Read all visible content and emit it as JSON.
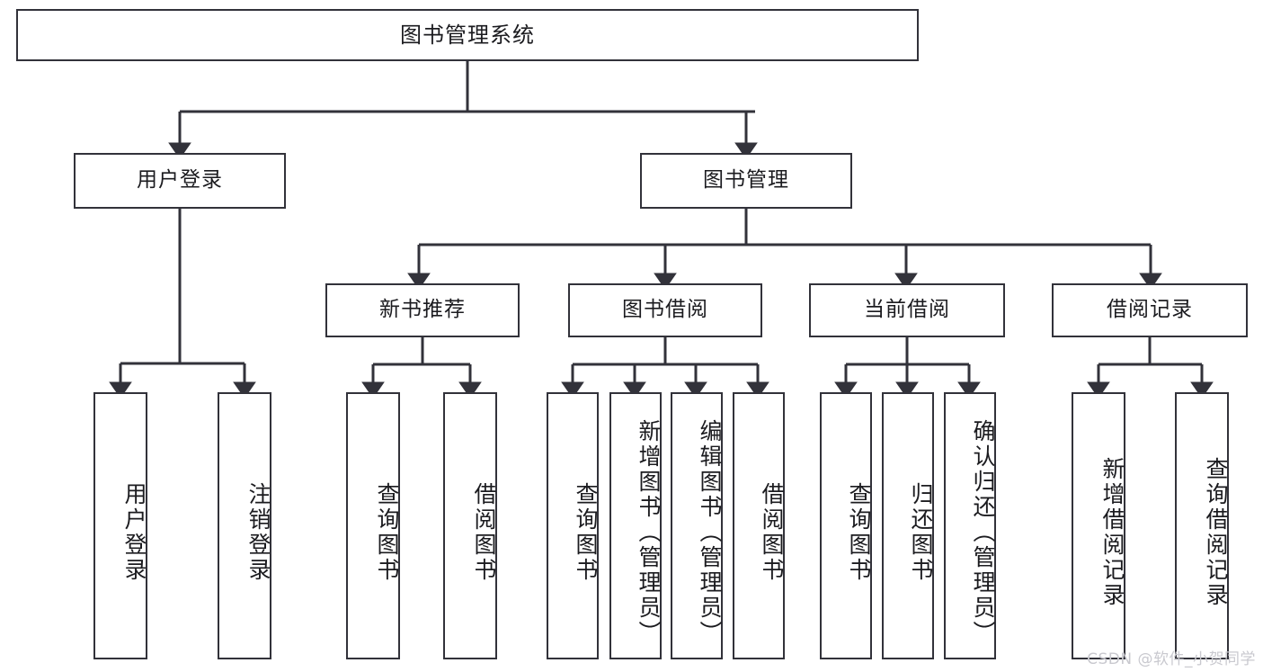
{
  "diagram": {
    "title": "图书管理系统",
    "watermark": "CSDN @软件_小贺同学",
    "line_color": "#32323a",
    "box_fill": "#ffffff",
    "background": "#ffffff"
  },
  "root": {
    "label": "图书管理系统"
  },
  "tier2": [
    {
      "label": "用户登录"
    },
    {
      "label": "图书管理"
    }
  ],
  "tier3": [
    {
      "label": "新书推荐"
    },
    {
      "label": "图书借阅"
    },
    {
      "label": "当前借阅"
    },
    {
      "label": "借阅记录"
    }
  ],
  "leaves": {
    "user_login": [
      {
        "label": "用户登录"
      },
      {
        "label": "注销登录"
      }
    ],
    "new_book": [
      {
        "label": "查询图书"
      },
      {
        "label": "借阅图书"
      }
    ],
    "book_borrow": [
      {
        "label": "查询图书"
      },
      {
        "label": "新增图书（管理员）"
      },
      {
        "label": "编辑图书（管理员）"
      },
      {
        "label": "借阅图书"
      }
    ],
    "current_borrow": [
      {
        "label": "查询图书"
      },
      {
        "label": "归还图书"
      },
      {
        "label": "确认归还（管理员）"
      }
    ],
    "borrow_record": [
      {
        "label": "新增借阅记录"
      },
      {
        "label": "查询借阅记录"
      }
    ]
  }
}
